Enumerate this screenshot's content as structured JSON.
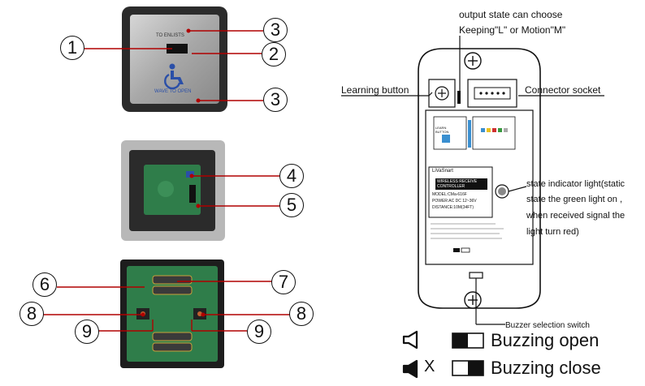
{
  "left_callouts": [
    {
      "id": "c1",
      "number": "1"
    },
    {
      "id": "c2",
      "number": "2"
    },
    {
      "id": "c3a",
      "number": "3"
    },
    {
      "id": "c3b",
      "number": "3"
    },
    {
      "id": "c4",
      "number": "4"
    },
    {
      "id": "c5",
      "number": "5"
    },
    {
      "id": "c6",
      "number": "6"
    },
    {
      "id": "c7",
      "number": "7"
    },
    {
      "id": "c8a",
      "number": "8"
    },
    {
      "id": "c8b",
      "number": "8"
    },
    {
      "id": "c9a",
      "number": "9"
    },
    {
      "id": "c9b",
      "number": "9"
    }
  ],
  "switch_plate": {
    "top_text": "TO ENLISTS",
    "bottom_text": "WAVE TO OPEN",
    "icon": "wheelchair-icon"
  },
  "receiver": {
    "output_state_line1": "output state can choose",
    "output_state_line2": "Keeping\"L\" or Motion\"M\"",
    "learning_button": "Learning button",
    "connector_socket": "Connector socket",
    "state_light_lines": [
      "state indicator light(static",
      "state the green light on ,",
      "when received signal the",
      "light turn red)"
    ],
    "buzzer_switch": "Buzzer selection switch",
    "label_title": "WIRELESS RECEIVE CONTROLLER",
    "label_brand": "LiVaSnart",
    "label_model": "MODEL:CMa-616F",
    "label_power": "POWER:AC DC 12~36V",
    "label_distance": "DISTANCE:10M(34FT)",
    "learn_text": "LEARN BUTTON"
  },
  "legend": {
    "open_text": "Buzzing open",
    "close_text": "Buzzing close",
    "close_mark": "X",
    "speaker_icon": "speaker-icon",
    "muted_speaker_icon": "muted-speaker-icon"
  },
  "colors": {
    "plate": "#9a9a9a",
    "pcb": "#2f7d4a",
    "case": "#2a2a2a",
    "wheelchair": "#2a4fa8"
  }
}
